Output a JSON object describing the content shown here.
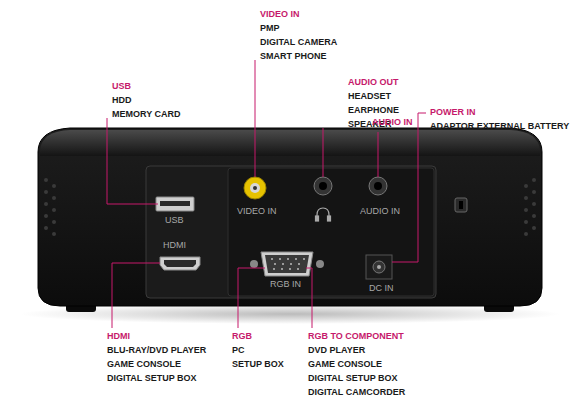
{
  "diagram": {
    "labels": [
      "VIDEO IN",
      "PMP",
      "DIGITAL CAMERA",
      "SMART PHONE",
      "AUDIO OUT",
      "HEADSET",
      "EARPHONE",
      "SPEAKER",
      "USB",
      "HDD",
      "MEMORY CARD",
      "AUDIO IN",
      "POWER IN",
      "ADAPTOR EXTERNAL BATTERY",
      "USB",
      "VIDEO IN",
      "AUDIO IN",
      "HDMI",
      "RGB IN",
      "DC IN",
      "HDMI",
      "BLU-RAY/DVD PLAYER",
      "GAME CONSOLE",
      "DIGITAL SETUP BOX",
      "RGB",
      "PC",
      "SETUP BOX",
      "RGB TO COMPONENT",
      "DVD PLAYER",
      "GAME CONSOLE",
      "DIGITAL SETUP BOX",
      "DIGITAL CAMCORDER"
    ]
  }
}
